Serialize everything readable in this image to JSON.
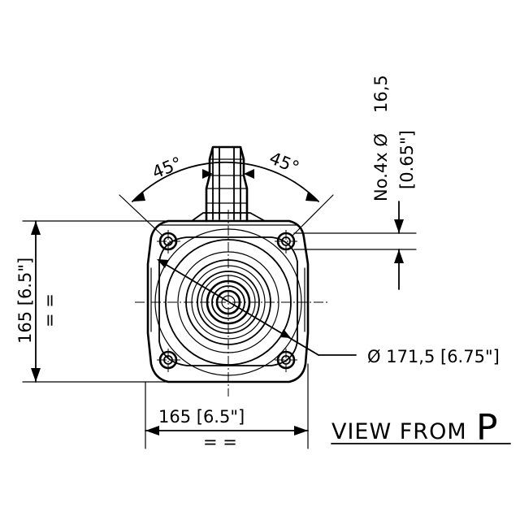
{
  "drawing": {
    "title_text": "VIEW FROM",
    "title_letter": "P",
    "angle_left": "45°",
    "angle_right": "45°",
    "holes_label": "No.4x Ø",
    "holes_dia": "16,5",
    "holes_dia_in": "[0.65\"]",
    "circle_label": "Ø 171,5 [6.75\"]",
    "width_dim": "165 [6.5\"]",
    "height_dim": "165 [6.5\"]",
    "equal_mark": "= ="
  }
}
